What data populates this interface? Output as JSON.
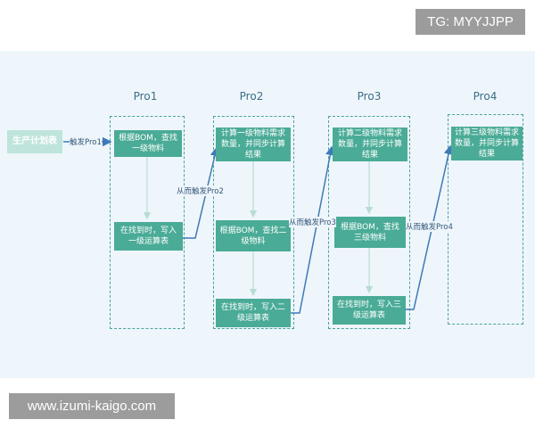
{
  "watermarks": {
    "top": "TG: MYYJJPP",
    "bottom": "www.izumi-kaigo.com"
  },
  "start_node": "生产计划表",
  "stages": [
    {
      "title": "Pro1"
    },
    {
      "title": "Pro2"
    },
    {
      "title": "Pro3"
    },
    {
      "title": "Pro4"
    }
  ],
  "nodes": {
    "p1_a": "根据BOM，查找一级物料",
    "p1_b": "在找到时，写入一级运算表",
    "p2_a": "计算一级物料需求数量，并同步计算结果",
    "p2_b": "根据BOM，查找二级物料",
    "p2_c": "在找到时，写入二级运算表",
    "p3_a": "计算二级物料需求数量，并同步计算结果",
    "p3_b": "根据BOM，查找三级物料",
    "p3_c": "在找到时，写入三级运算表",
    "p4_a": "计算三级物料需求数量，并同步计算结果"
  },
  "edge_labels": {
    "trigger1": "触发Pro1",
    "trigger2": "从而触发Pro2",
    "trigger3": "从而触发Pro3",
    "trigger4": "从而触发Pro4"
  },
  "colors": {
    "node": "#4aab96",
    "start": "#bfe4dc",
    "dashed": "#4aa39a",
    "arrow": "#3f79b8",
    "inner_arrow": "#b8dcd4"
  }
}
